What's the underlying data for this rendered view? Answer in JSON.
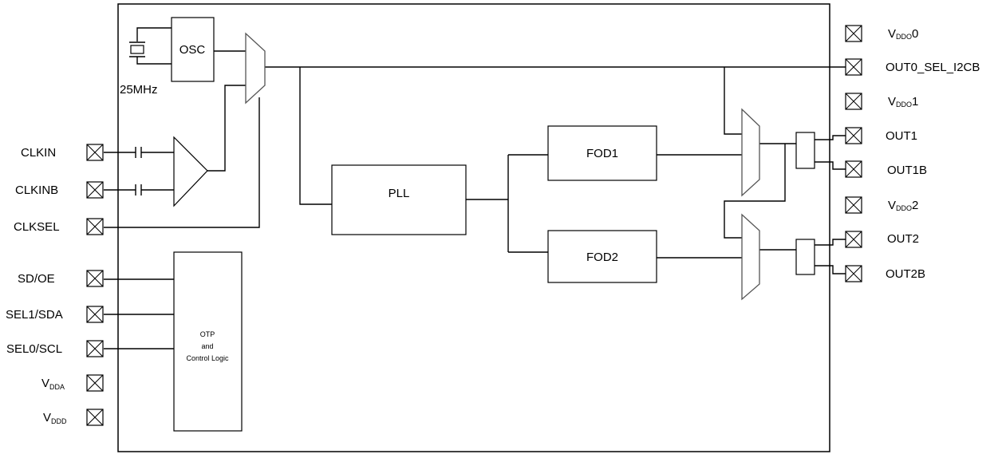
{
  "blocks": {
    "osc": "OSC",
    "crystal_freq": "25MHz",
    "pll": "PLL",
    "fod1": "FOD1",
    "fod2": "FOD2",
    "otp_line1": "OTP",
    "otp_line2": "and",
    "otp_line3": "Control Logic"
  },
  "left_pins": {
    "clkin": "CLKIN",
    "clkinb": "CLKINB",
    "clksel": "CLKSEL",
    "sdoe": "SD/OE",
    "sel1": "SEL1/SDA",
    "sel0": "SEL0/SCL",
    "vdda_main": "V",
    "vdda_sub": "DDA",
    "vddd_main": "V",
    "vddd_sub": "DDD"
  },
  "right_pins": {
    "vddo0_main": "V",
    "vddo0_sub": "DDO",
    "vddo0_suffix": "0",
    "out0": "OUT0_SEL_I2CB",
    "vddo1_main": "V",
    "vddo1_sub": "DDO",
    "vddo1_suffix": "1",
    "out1": "OUT1",
    "out1b": "OUT1B",
    "vddo2_main": "V",
    "vddo2_sub": "DDO",
    "vddo2_suffix": "2",
    "out2": "OUT2",
    "out2b": "OUT2B"
  }
}
